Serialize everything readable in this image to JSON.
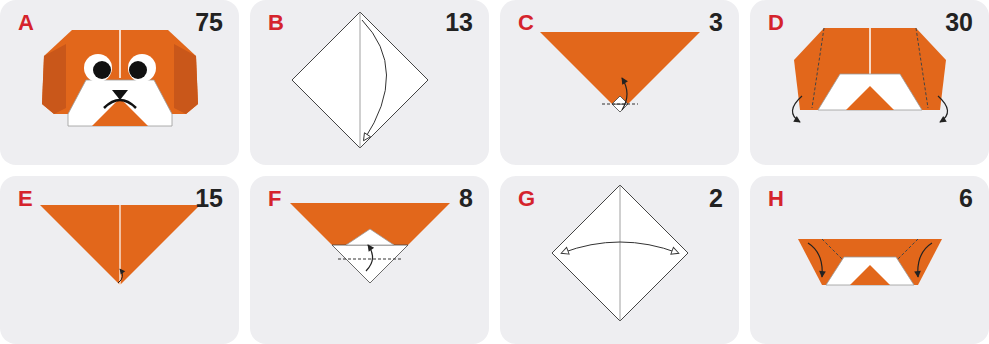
{
  "diagram": {
    "nodes": [
      {
        "text": [
          "A",
          "75"
        ]
      },
      {
        "text": [
          "B",
          "13"
        ]
      },
      {
        "text": [
          "C",
          "3"
        ]
      },
      {
        "text": [
          "D",
          "30"
        ]
      },
      {
        "text": [
          "E",
          "15"
        ]
      },
      {
        "text": [
          "F",
          "8"
        ]
      },
      {
        "text": [
          "G",
          "2"
        ]
      },
      {
        "text": [
          "H",
          "6"
        ]
      }
    ]
  }
}
